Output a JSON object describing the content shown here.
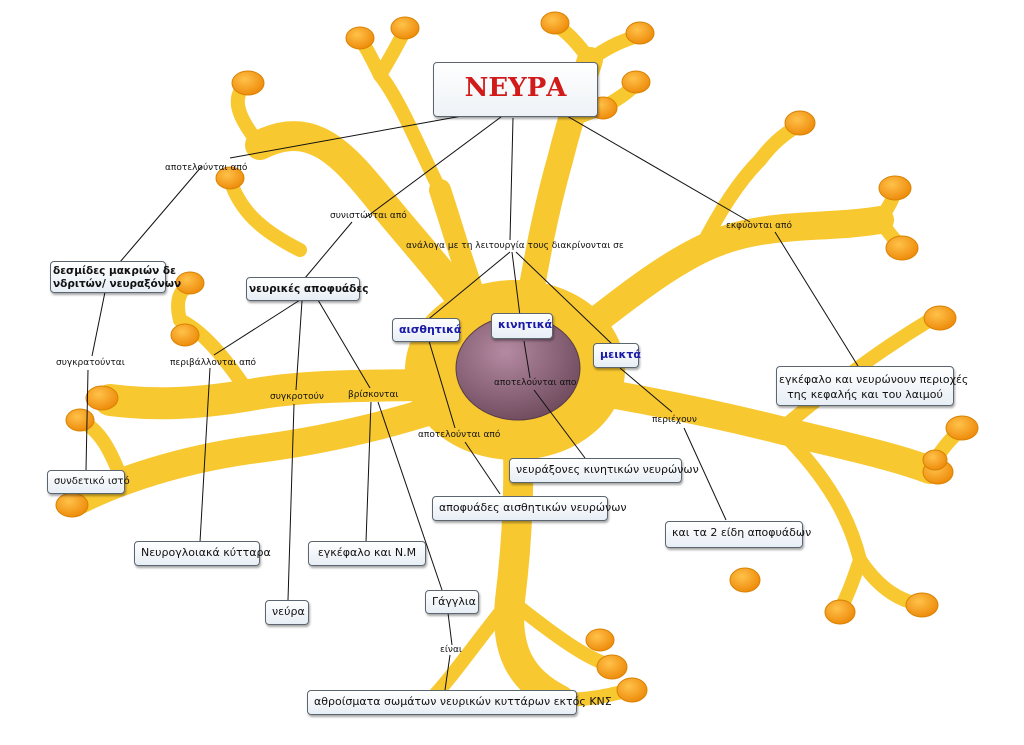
{
  "title": "ΝΕΥΡΑ",
  "nodes": {
    "desmides": [
      "δεσμίδες μακριών δε",
      "νδριτών/ νευραξόνων"
    ],
    "neurikes": "νευρικές αποφυάδες",
    "aisthitika": "αισθητικά",
    "kinitika": "κινητικά",
    "meikta": "μεικτά",
    "egkefalo_laimo": [
      "εγκέφαλο και νευρώνουν περιοχές",
      "της κεφαλής και του λαιμού"
    ],
    "syndetiko": "συνδετικό ιστό",
    "neyrogliaka": "Νευρογλοιακά κύτταρα",
    "egkefalo_nm": "εγκέφαλο και Ν.Μ",
    "neyra": "νεύρα",
    "gagglia": "Γάγγλια",
    "neyraxones": "νευράξονες κινητικών νευρώνων",
    "apofyades_aisth": "αποφυάδες αισθητικών νευρώνων",
    "kai_ta_2": "και τα 2 είδη αποφυάδων",
    "athroismata": "αθροίσματα σωμάτων νευρικών κυττάρων εκτός ΚΝΣ"
  },
  "links": {
    "apoteloyntai_1": "αποτελούνται από",
    "synistontai": "συνιστώνται από",
    "analoga": "ανάλογα με τη λειτουργία τους διακρίνονται σε",
    "ekfyontai": "εκφύονται από",
    "sygkratoyntai": "συγκρατούνται",
    "periballontai": "περιβάλλονται από",
    "sygkrotoyn": "συγκροτούν",
    "vriskontai": "βρίσκονται",
    "apoteloyntai_2": "αποτελούνται από",
    "apoteloyntai_3": "αποτελούνται απο",
    "periexoyn": "περιέχουν",
    "einai": "είναι"
  },
  "colors": {
    "neuron_body": "#f8c830",
    "terminal": "#f7a11a",
    "nucleus": "#8e6478",
    "title_text": "#d11b1b",
    "link_text": "#1a1aa8"
  }
}
